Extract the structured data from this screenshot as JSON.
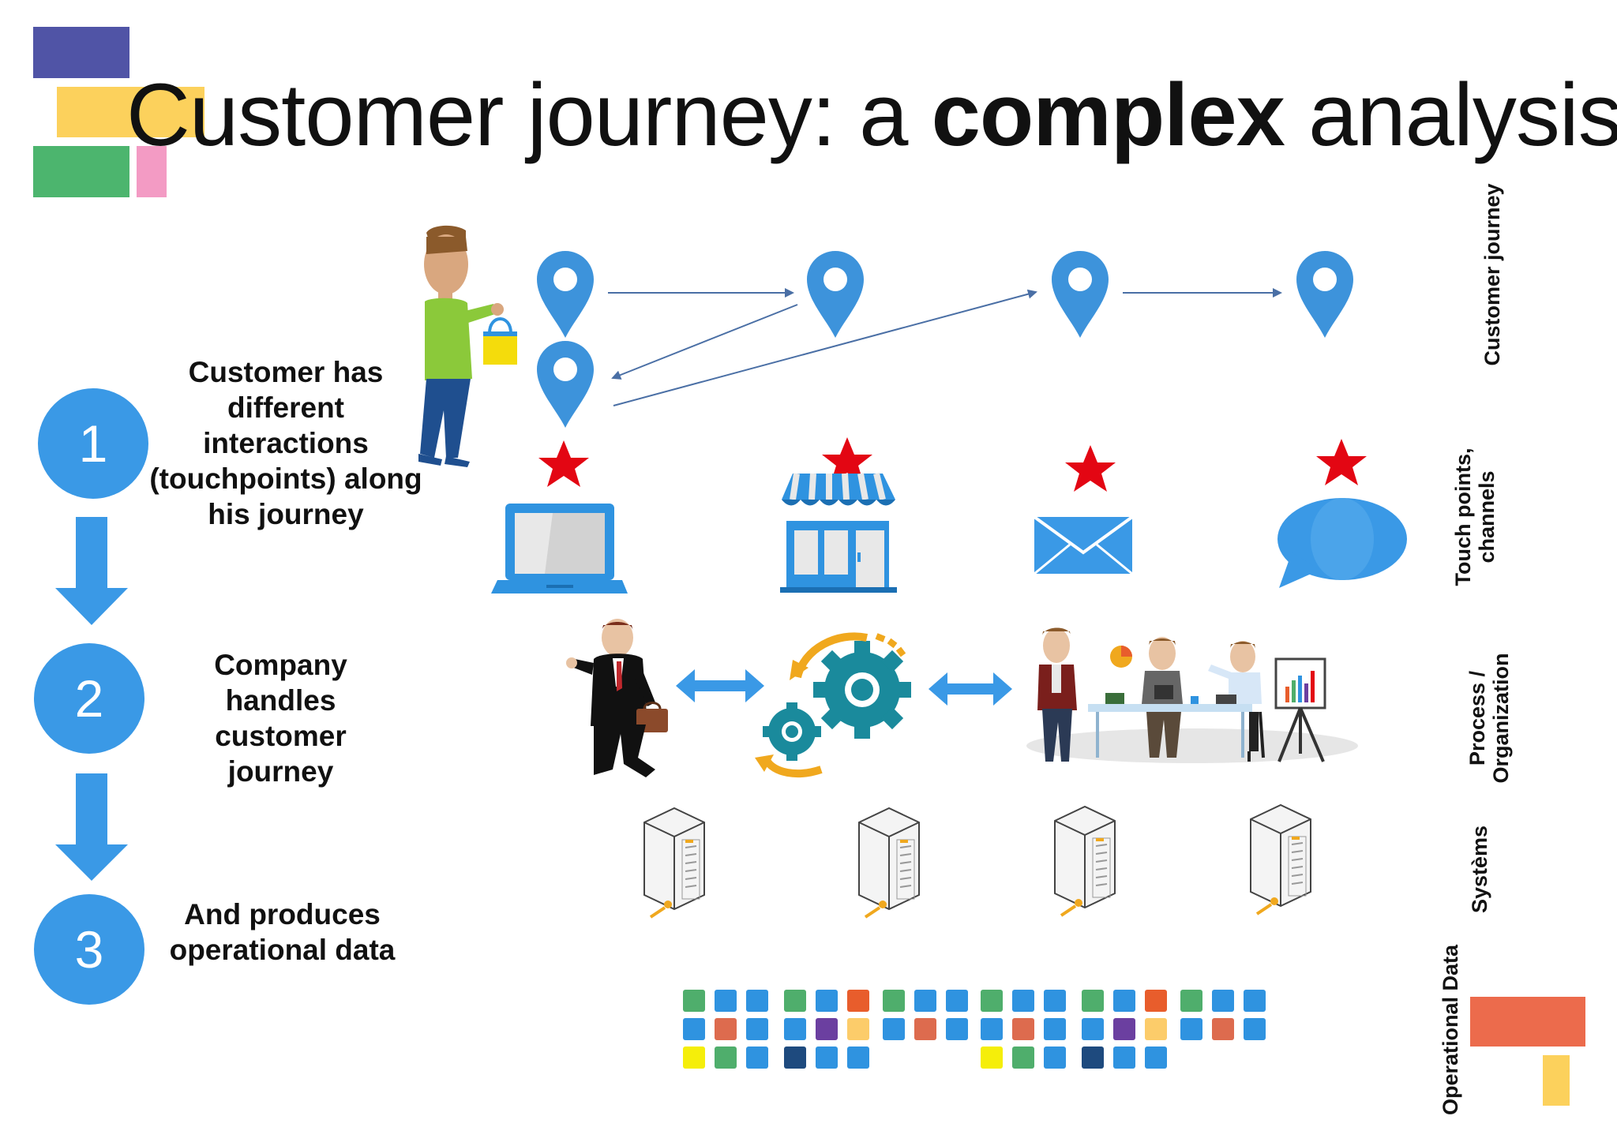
{
  "title": {
    "part1": "Customer journey: a ",
    "bold": "complex",
    "part2": " analysis"
  },
  "steps": [
    {
      "number": "1",
      "text": "Customer has different interactions (touchpoints) along his journey"
    },
    {
      "number": "2",
      "text": "Company handles customer journey"
    },
    {
      "number": "3",
      "text": "And produces operational data"
    }
  ],
  "side_labels": {
    "customer_journey": "Customer journey",
    "touch_points": "Touch points, channels",
    "process": "Process / Organization",
    "systems": "Systèms",
    "operational_data": "Operational Data"
  },
  "touchpoints": [
    "laptop-icon",
    "store-icon",
    "envelope-icon",
    "chat-bubble-icon"
  ],
  "colors": {
    "blue": "#3a99e6",
    "pin": "#3d93db",
    "star": "#e30613",
    "arrow_line": "#4a6fa5",
    "teal": "#1a8a9c",
    "orange": "#f0a81e",
    "deco_purple": "#5054a6",
    "deco_yellow": "#fcd15c",
    "deco_green": "#4cb56e",
    "deco_pink": "#f39bc4",
    "deco_red": "#ec6b4c",
    "data_palette": [
      "#4fae6c",
      "#2f93e0",
      "#e85d2c",
      "#6b3fa0",
      "#fccc6a",
      "#dd6b4e",
      "#f5ee0a",
      "#1e4a7e"
    ]
  }
}
